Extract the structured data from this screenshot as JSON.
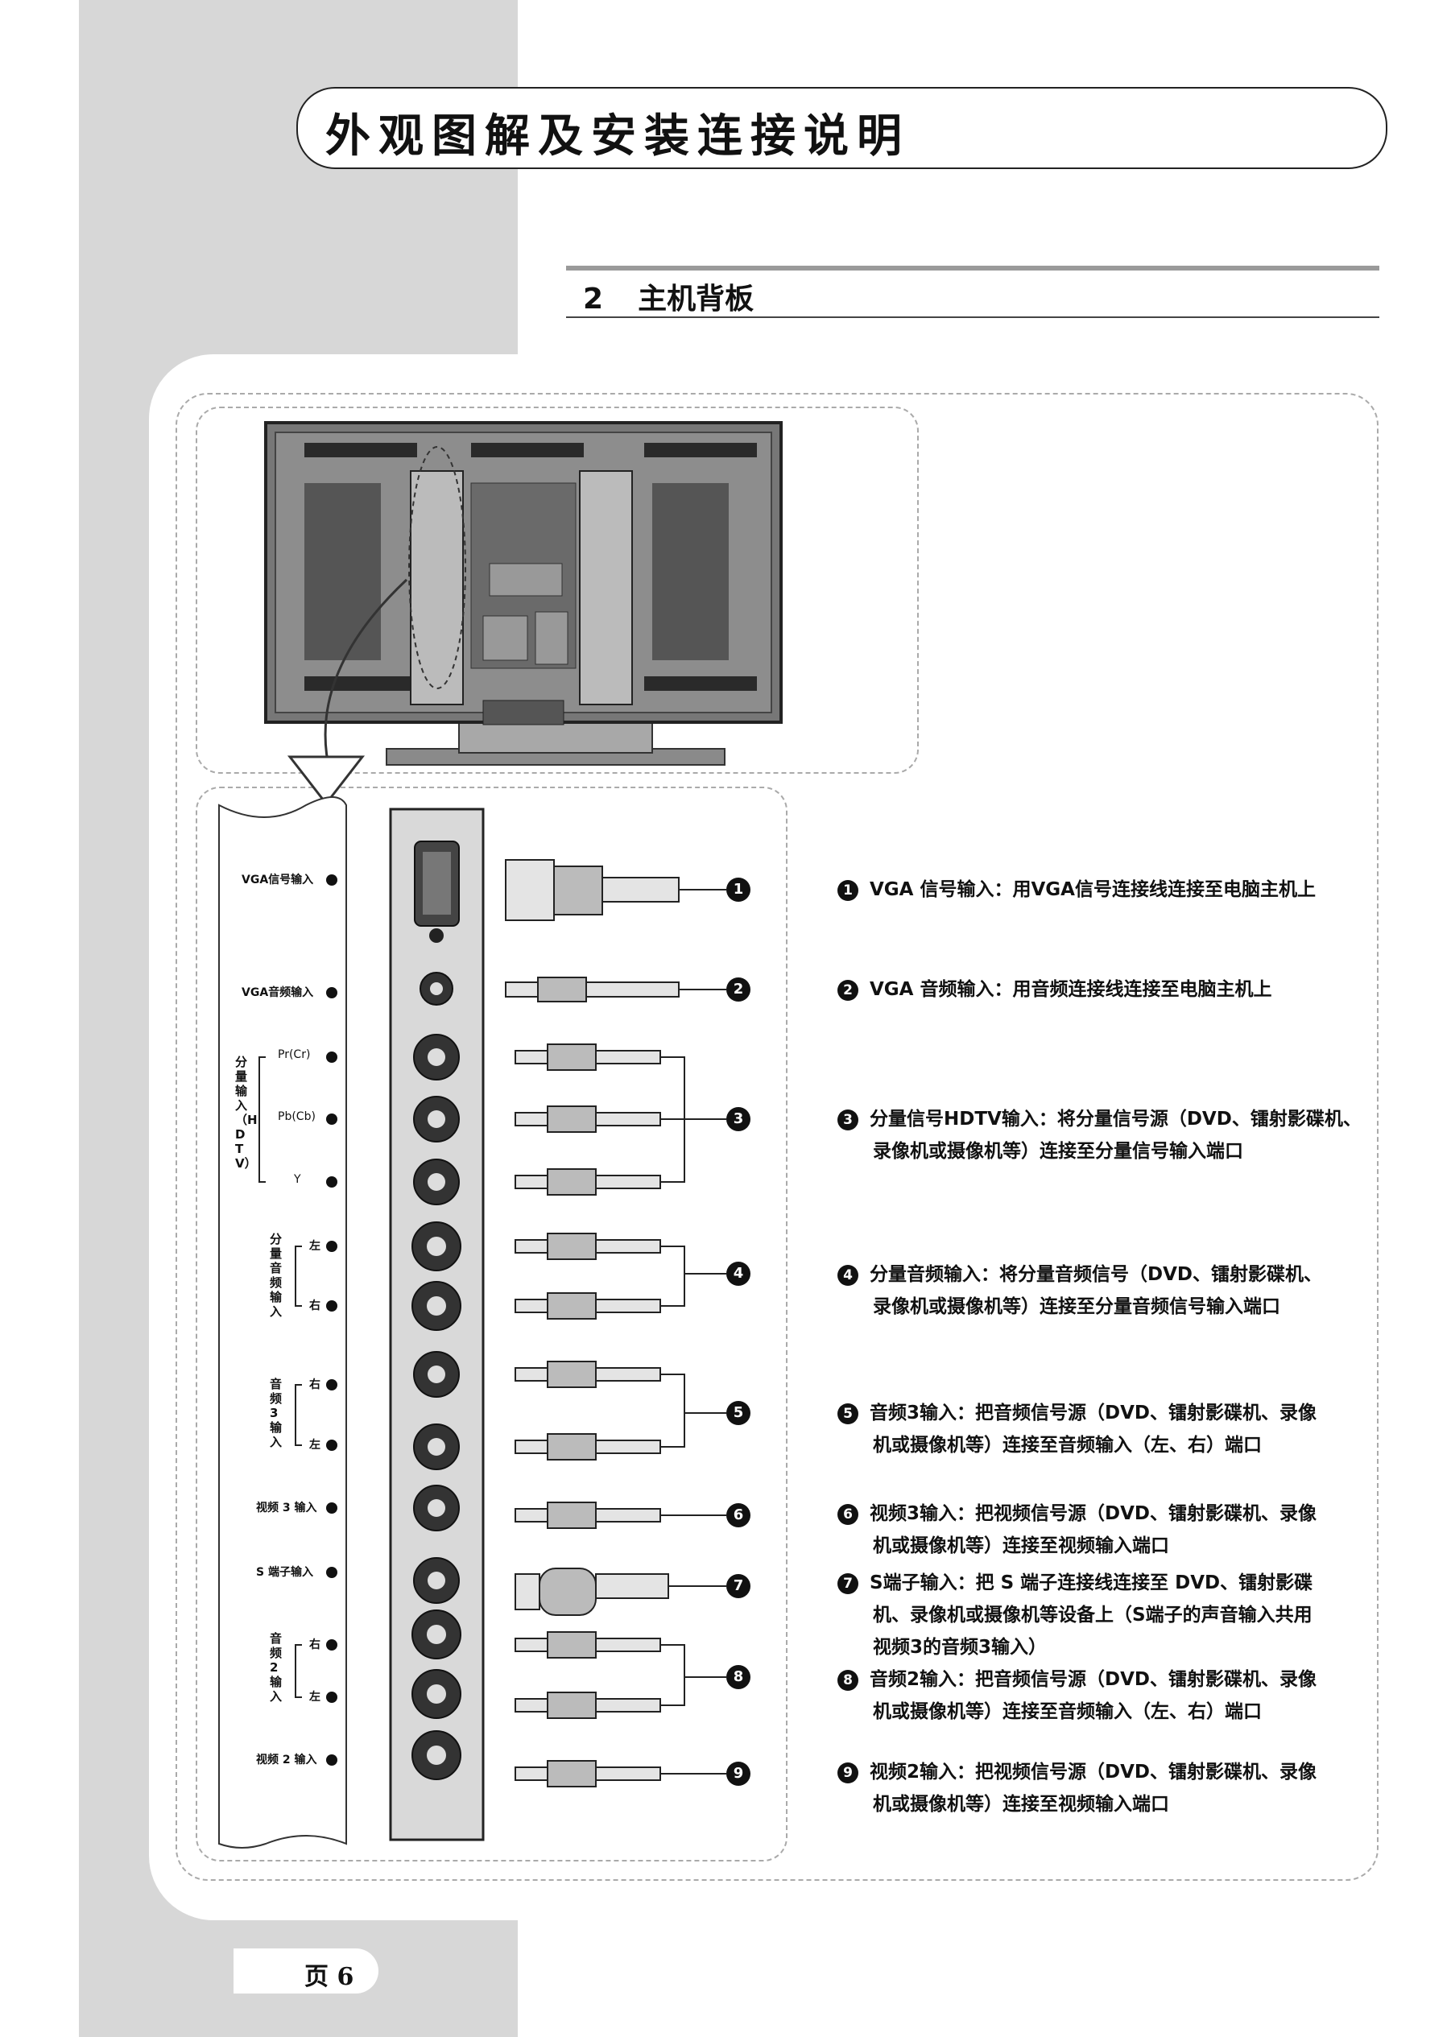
{
  "header": {
    "title": "外观图解及安装连接说明"
  },
  "section": {
    "number": "2",
    "title": "主机背板"
  },
  "panel_labels": {
    "vga_in": "VGA信号输入",
    "vga_audio": "VGA音频输入",
    "component_group": "分量输入（HDTV）",
    "pr": "Pr(Cr)",
    "pb": "Pb(Cb)",
    "y": "Y",
    "comp_audio_group": "分量音频输入",
    "left": "左",
    "right": "右",
    "audio3_group": "音频3输入",
    "video3": "视频 3 输入",
    "svideo": "S 端子输入",
    "audio2_group": "音频2输入",
    "video2": "视频 2 输入"
  },
  "callouts": [
    "1",
    "2",
    "3",
    "4",
    "5",
    "6",
    "7",
    "8",
    "9"
  ],
  "descriptions": [
    {
      "num": "1",
      "lines": [
        "VGA 信号输入：用VGA信号连接线连接至电脑主机上"
      ]
    },
    {
      "num": "2",
      "lines": [
        "VGA 音频输入：用音频连接线连接至电脑主机上"
      ]
    },
    {
      "num": "3",
      "lines": [
        "分量信号HDTV输入：将分量信号源（DVD、镭射影碟机、",
        "录像机或摄像机等）连接至分量信号输入端口"
      ]
    },
    {
      "num": "4",
      "lines": [
        "分量音频输入：将分量音频信号（DVD、镭射影碟机、",
        "录像机或摄像机等）连接至分量音频信号输入端口"
      ]
    },
    {
      "num": "5",
      "lines": [
        "音频3输入：把音频信号源（DVD、镭射影碟机、录像",
        "机或摄像机等）连接至音频输入（左、右）端口"
      ]
    },
    {
      "num": "6",
      "lines": [
        "视频3输入：把视频信号源（DVD、镭射影碟机、录像",
        "机或摄像机等）连接至视频输入端口"
      ]
    },
    {
      "num": "7",
      "lines": [
        "S端子输入：把 S 端子连接线连接至 DVD、镭射影碟",
        "机、录像机或摄像机等设备上（S端子的声音输入共用",
        "视频3的音频3输入）"
      ]
    },
    {
      "num": "8",
      "lines": [
        "音频2输入：把音频信号源（DVD、镭射影碟机、录像",
        "机或摄像机等）连接至音频输入（左、右）端口"
      ]
    },
    {
      "num": "9",
      "lines": [
        "视频2输入：把视频信号源（DVD、镭射影碟机、录像",
        "机或摄像机等）连接至视频输入端口"
      ]
    }
  ],
  "footer": {
    "page_label": "页 6"
  }
}
